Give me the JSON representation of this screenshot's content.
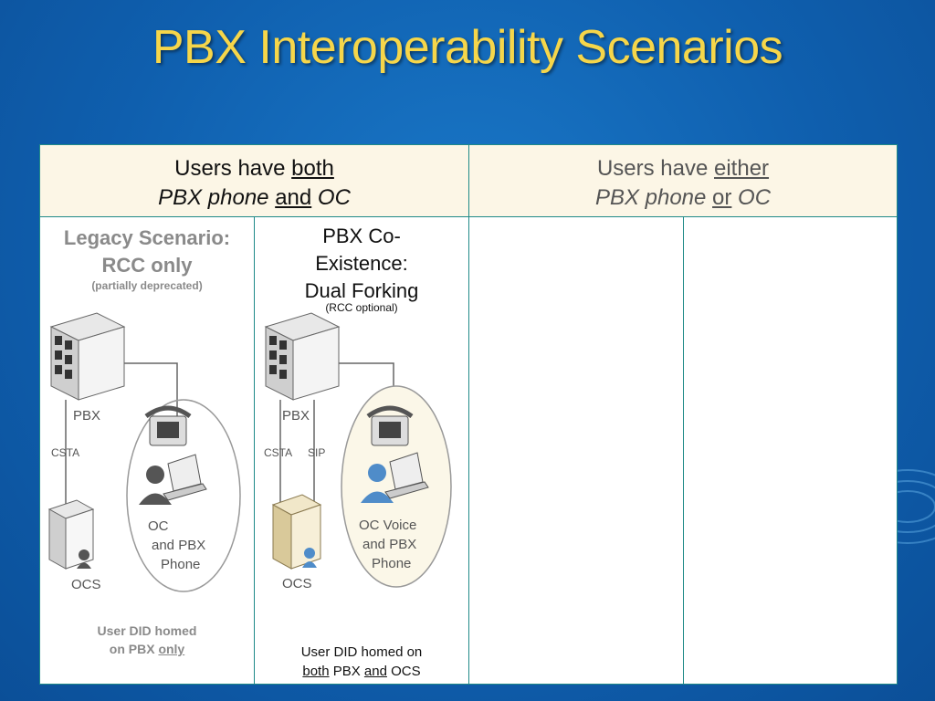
{
  "slide": {
    "title": "PBX Interoperability Scenarios"
  },
  "header_left": {
    "line1_prefix": "Users have ",
    "line1_emph": "both",
    "line2_a": "PBX phone ",
    "line2_and": "and",
    "line2_b": " OC"
  },
  "header_right": {
    "line1_prefix": "Users have ",
    "line1_emph": "either",
    "line2_a": "PBX phone ",
    "line2_or": "or",
    "line2_b": " OC"
  },
  "col1": {
    "title_line1": "Legacy Scenario:",
    "title_line2": "RCC only",
    "note": "(partially deprecated)",
    "labels": {
      "pbx": "PBX",
      "csta": "CSTA",
      "ocs": "OCS",
      "endpoint_1": "OC",
      "endpoint_2": "and PBX",
      "endpoint_3": "Phone"
    },
    "footer_line1": "User DID homed",
    "footer_line2_prefix": "on PBX ",
    "footer_line2_emph": "only"
  },
  "col2": {
    "title_line1": "PBX Co-",
    "title_line2": "Existence:",
    "title_line3": "Dual Forking",
    "note": "(RCC optional)",
    "labels": {
      "pbx": "PBX",
      "csta": "CSTA",
      "sip": "SIP",
      "ocs": "OCS",
      "endpoint_1": "OC Voice",
      "endpoint_2": "and PBX",
      "endpoint_3": "Phone"
    },
    "footer_line1": "User DID homed on",
    "footer_both": "both",
    "footer_pbx": " PBX ",
    "footer_and": "and",
    "footer_ocs": " OCS"
  },
  "colors": {
    "title": "#f6d64a",
    "grid_border": "#1f8a88",
    "header_bg": "#fcf6e6"
  }
}
